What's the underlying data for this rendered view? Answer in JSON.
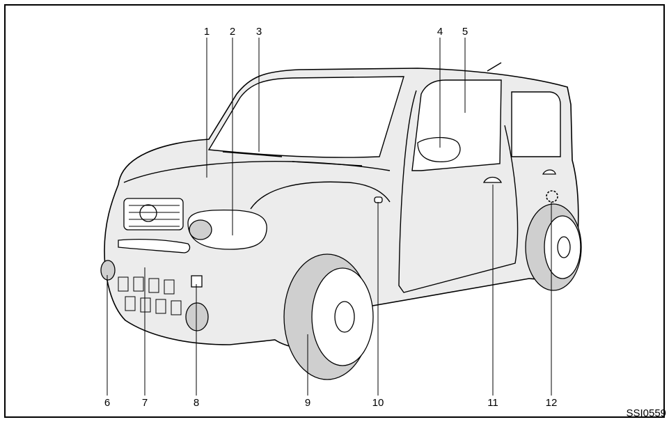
{
  "figure_code": "SSI0559",
  "callouts": [
    {
      "label": "1"
    },
    {
      "label": "2"
    },
    {
      "label": "3"
    },
    {
      "label": "4"
    },
    {
      "label": "5"
    },
    {
      "label": "6"
    },
    {
      "label": "7"
    },
    {
      "label": "8"
    },
    {
      "label": "9"
    },
    {
      "label": "10"
    },
    {
      "label": "11"
    },
    {
      "label": "12"
    }
  ]
}
